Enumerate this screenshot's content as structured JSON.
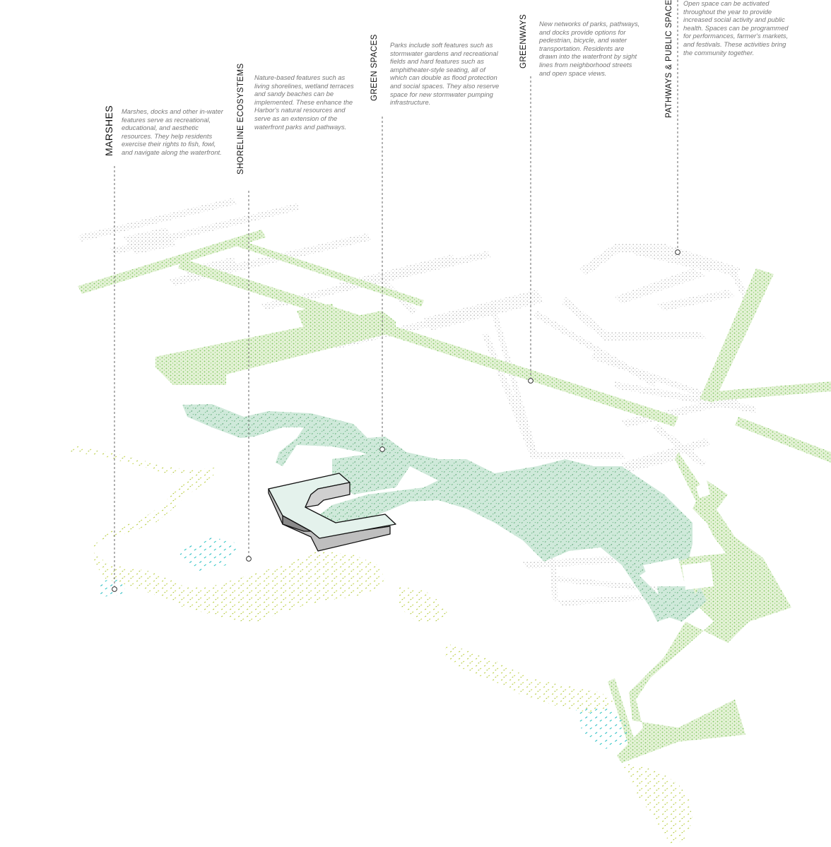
{
  "categories": [
    {
      "title": "MARSHES",
      "description": "Marshes, docks and other in-water features serve as recreational, educational, and aesthetic resources. They help residents exercise their rights to fish, fowl, and navigate along the waterfront."
    },
    {
      "title": "SHORELINE ECOSYSTEMS",
      "description": "Nature-based features such as living shorelines, wetland terraces and sandy beaches can be implemented. These enhance the Harbor's natural resources and serve as an extension of the waterfront parks and pathways."
    },
    {
      "title": "GREEN SPACES",
      "description": "Parks include soft features such as stormwater gardens and recreational fields and hard features such as amphitheater-style seating, all of which can double as flood protection and social spaces. They also reserve space for new stormwater pumping infrastructure."
    },
    {
      "title": "GREENWAYS",
      "description": "New networks of parks, pathways, and docks provide options for pedestrian, bicycle, and water transportation. Residents are drawn into the waterfront by sight lines from neighborhood streets and open space views."
    },
    {
      "title": "PATHWAYS & PUBLIC SPACES",
      "description": "Open space can be activated throughout the year to provide increased social activity and public health. Spaces can be programmed for performances, farmer's markets, and festivals. These activities bring the community together."
    }
  ],
  "colors": {
    "green_space_fill": "#cfe9da",
    "green_space_dots": "#3f9c5c",
    "greenway_fill": "#e2f1d4",
    "greenway_dots": "#78c45a",
    "shoreline_dots": "#b8cc3c",
    "marsh_dots": "#27bcc2",
    "pathway_dots": "#b9b9b9",
    "leader_line": "#555555",
    "building_fill": "#e4f2ec"
  }
}
